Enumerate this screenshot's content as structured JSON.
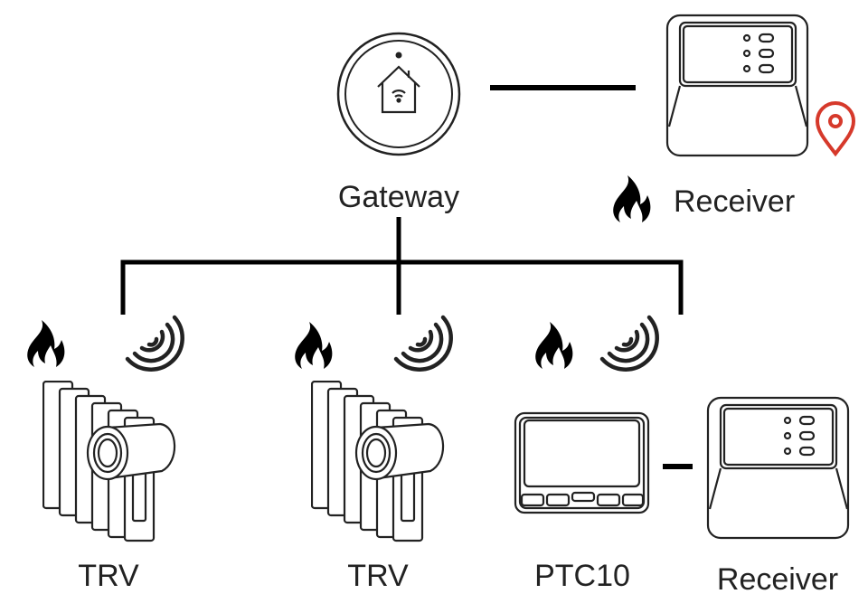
{
  "labels": {
    "gateway": "Gateway",
    "receiver_top": "Receiver",
    "trv_1": "TRV",
    "trv_2": "TRV",
    "ptc10": "PTC10",
    "receiver_bottom": "Receiver"
  },
  "icons": [
    "home-wifi-icon",
    "flame-icon",
    "wireless-signal-icon",
    "location-pin-icon"
  ],
  "colors": {
    "line": "#000000",
    "pin": "#d6392b",
    "text": "#222222"
  }
}
